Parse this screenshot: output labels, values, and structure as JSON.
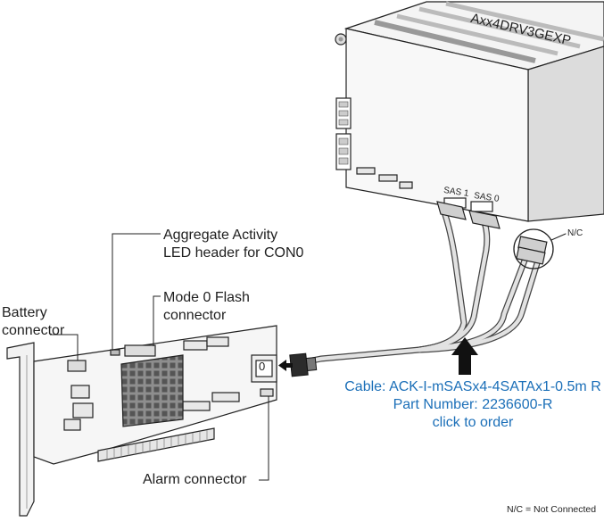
{
  "expander": {
    "model": "Axx4DRV3GEXP",
    "port_sas1": "SAS 1",
    "port_sas0": "SAS 0"
  },
  "callouts": {
    "aggregate_line1": "Aggregate Activity",
    "aggregate_line2": "LED header for CON0",
    "mode0_line1": "Mode 0 Flash",
    "mode0_line2": "connector",
    "battery_line1": "Battery",
    "battery_line2": "connector",
    "alarm": "Alarm connector",
    "nc_tag": "N/C",
    "card_port": "0"
  },
  "cable": {
    "name": "Cable: ACK-I-mSASx4-4SATAx1-0.5m R",
    "part_number": "Part Number: 2236600-R",
    "order_link": "click to order",
    "color": "#1b6fb8"
  },
  "footnote": "N/C = Not Connected"
}
